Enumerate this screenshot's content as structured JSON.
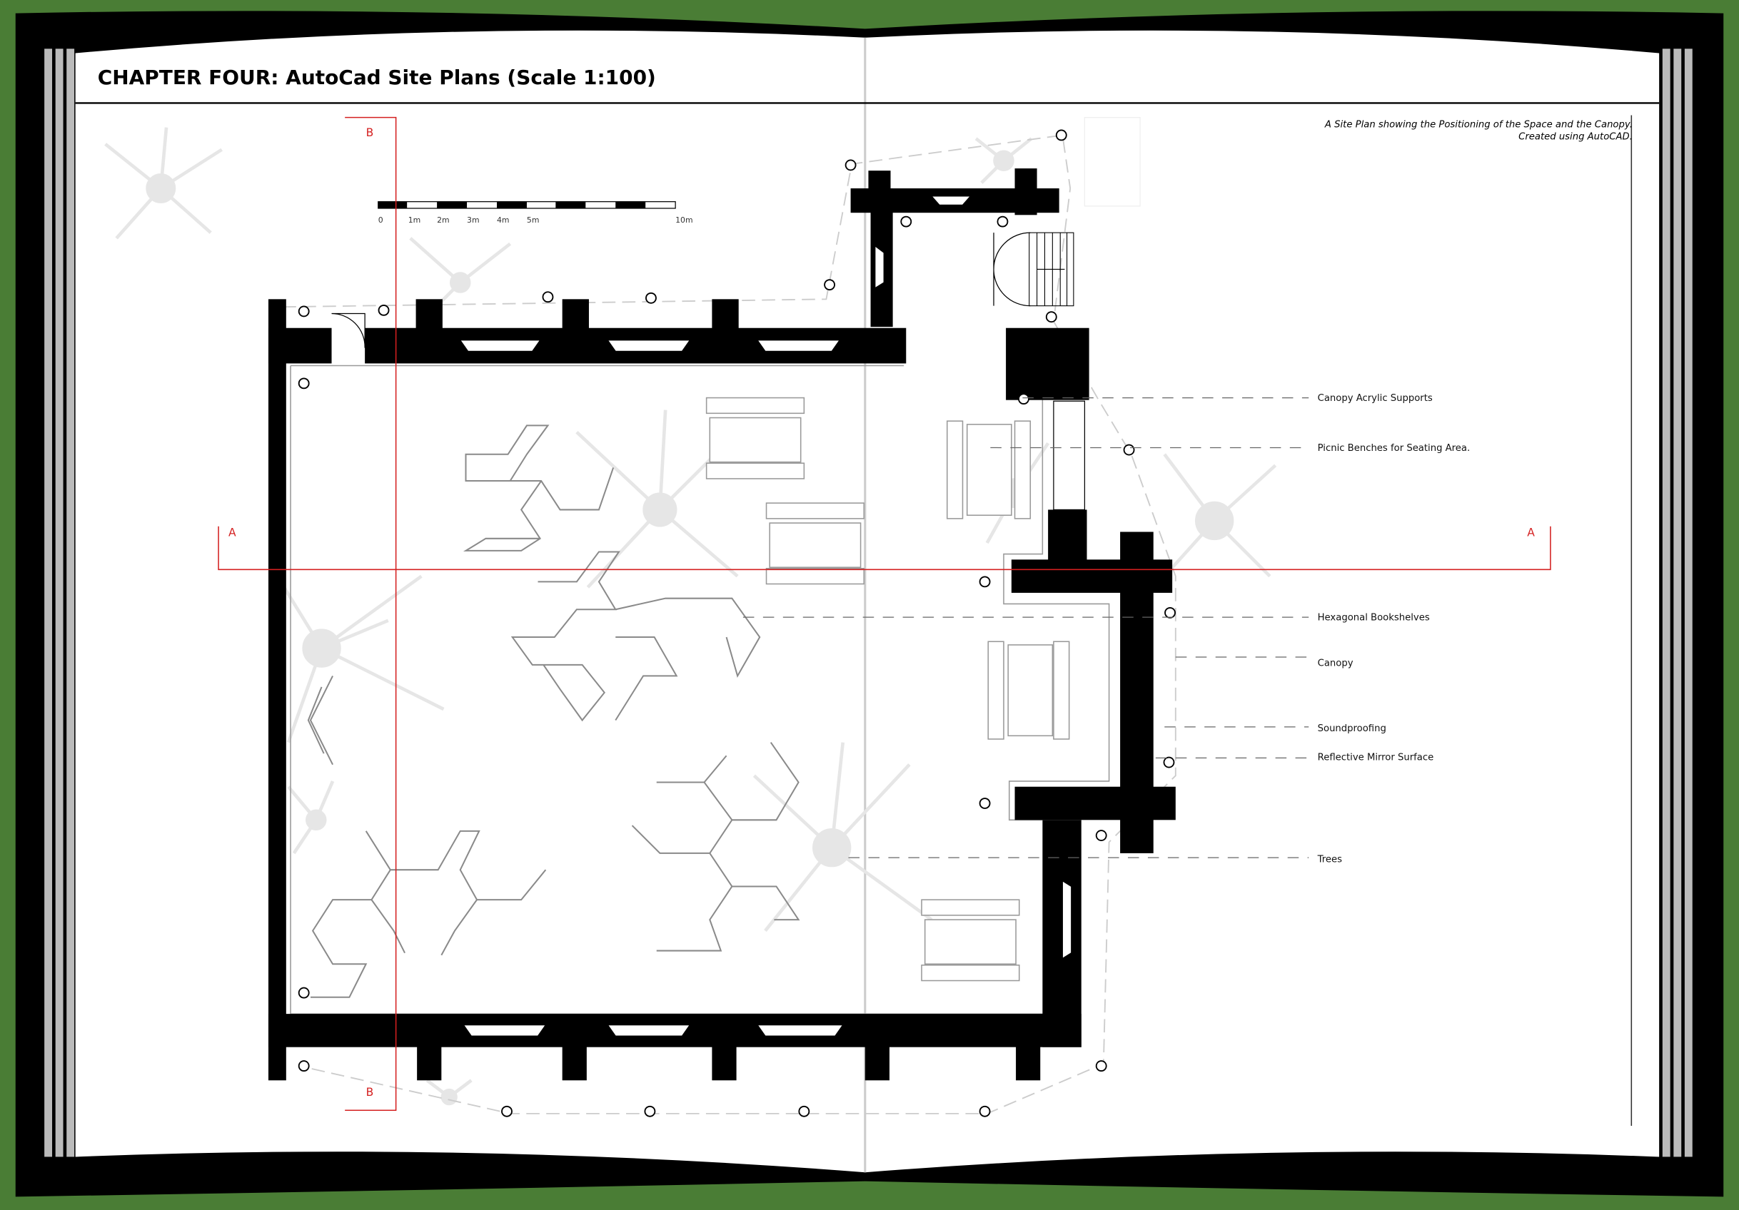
{
  "page": {
    "title": "CHAPTER FOUR: AutoCad Site Plans (Scale 1:100)",
    "caption_line1": "A Site Plan showing the Positioning of the Space and the Canopy.",
    "caption_line2": "Created using AutoCAD."
  },
  "scale_bar": {
    "labels": [
      "0",
      "1m",
      "2m",
      "3m",
      "4m",
      "5m",
      "10m"
    ]
  },
  "sections": {
    "a_left": "A",
    "a_right": "A",
    "b_top": "B",
    "b_bottom": "B"
  },
  "annotations": [
    "Canopy Acrylic Supports",
    "Picnic Benches for Seating Area.",
    "Hexagonal Bookshelves",
    "Canopy",
    "Soundproofing",
    "Reflective Mirror Surface",
    "Trees"
  ],
  "colors": {
    "cover": "#4a7d35",
    "section_line": "#d42020",
    "wall": "#000000",
    "furniture": "#8a8a8a"
  }
}
